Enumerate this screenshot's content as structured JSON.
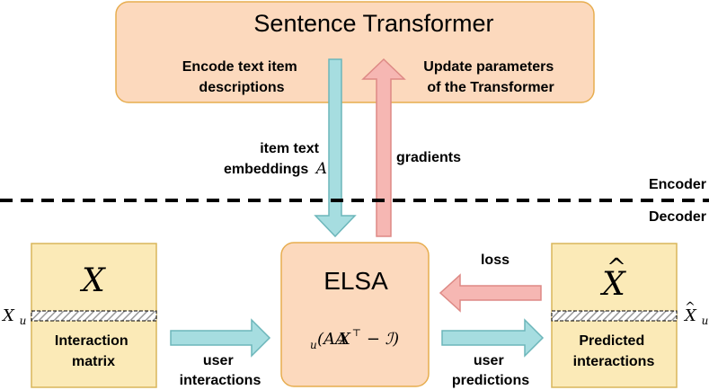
{
  "transformer": {
    "title": "Sentence Transformer",
    "encode_line1": "Encode text item",
    "encode_line2": "descriptions",
    "update_line1": "Update parameters",
    "update_line2": "of the Transformer"
  },
  "arrows": {
    "embeddings_line1": "item text",
    "embeddings_line2": "embeddings",
    "embeddings_symbol": "A",
    "gradients": "gradients",
    "loss": "loss",
    "user_interactions_line1": "user",
    "user_interactions_line2": "interactions",
    "user_predictions_line1": "user",
    "user_predictions_line2": "predictions"
  },
  "divider": {
    "encoder_label": "Encoder",
    "decoder_label": "Decoder"
  },
  "interaction_matrix": {
    "symbol": "X",
    "row_label": "X",
    "row_subscript": "u",
    "label_line1": "Interaction",
    "label_line2": "matrix"
  },
  "elsa": {
    "title": "ELSA",
    "formula_x": "X",
    "formula_sub": "u",
    "formula_rest": "(AA",
    "formula_sup": "⊤",
    "formula_end": " − ℐ)"
  },
  "predicted": {
    "symbol": "X",
    "hat": "^",
    "row_label": "X",
    "row_hat": "^",
    "row_subscript": "u",
    "label_line1": "Predicted",
    "label_line2": "interactions"
  },
  "colors": {
    "orange_fill": "#fcd9bd",
    "orange_stroke": "#e7ad4f",
    "yellow_fill": "#fbeab7",
    "yellow_stroke": "#d9b65a",
    "teal_fill": "#a6dde0",
    "teal_stroke": "#6cb6ba",
    "pink_fill": "#f6b7b3",
    "pink_stroke": "#dd8985"
  }
}
